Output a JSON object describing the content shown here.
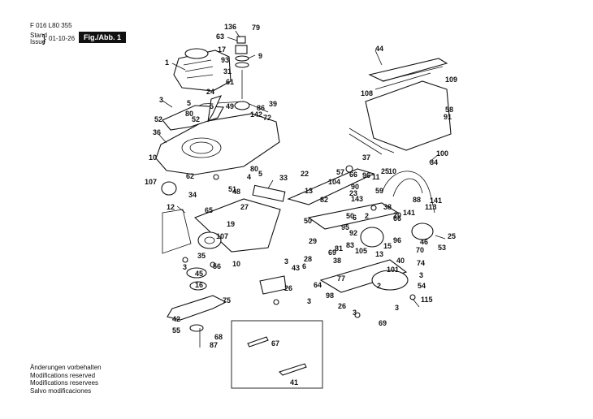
{
  "header": {
    "doc_number": "F 016 L80 355",
    "stand_label": "Stand",
    "issue_label": "Issue",
    "issue_date": "01-10-26",
    "figure_label": "Fig./Abb. 1"
  },
  "notes": [
    "Änderungen vorbehalten",
    "Modifications reserved",
    "Modifications reservees",
    "Salvo modificaciones"
  ],
  "callouts": [
    "136",
    "79",
    "63",
    "5",
    "17",
    "9",
    "93",
    "1",
    "31",
    "61",
    "24",
    "3",
    "5",
    "49",
    "86",
    "39",
    "52",
    "80",
    "52",
    "142",
    "72",
    "36",
    "10",
    "107",
    "62",
    "80",
    "5",
    "4",
    "33",
    "22",
    "57",
    "66",
    "96",
    "11",
    "25",
    "104",
    "13",
    "90",
    "23",
    "82",
    "143",
    "59",
    "34",
    "51",
    "48",
    "38",
    "141",
    "88",
    "113",
    "12",
    "65",
    "27",
    "50",
    "50",
    "29",
    "20",
    "95",
    "92",
    "66",
    "141",
    "96",
    "19",
    "105",
    "46",
    "107",
    "35",
    "3",
    "56",
    "10",
    "3",
    "28",
    "6",
    "69",
    "38",
    "81",
    "83",
    "13",
    "15",
    "101",
    "70",
    "53",
    "40",
    "74",
    "45",
    "43",
    "77",
    "16",
    "26",
    "3",
    "64",
    "75",
    "3",
    "54",
    "98",
    "26",
    "115",
    "3",
    "69",
    "42",
    "55",
    "68",
    "87",
    "67",
    "41",
    "44",
    "109",
    "108",
    "58",
    "91",
    "100",
    "84",
    "37",
    "6",
    "2",
    "2",
    "3",
    "10",
    "25"
  ]
}
